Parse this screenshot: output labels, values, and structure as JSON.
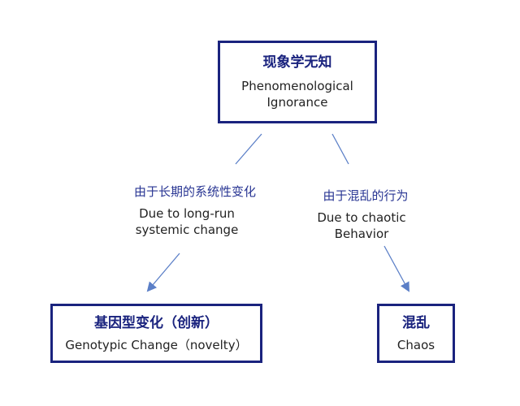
{
  "diagram": {
    "root": {
      "title": "现象学无知",
      "subtitle_line1": "Phenomenological",
      "subtitle_line2": "Ignorance"
    },
    "left_edge": {
      "label_zh": "由于长期的系统性变化",
      "label_en_line1": "Due to long-run",
      "label_en_line2": "systemic change"
    },
    "right_edge": {
      "label_zh": "由于混乱的行为",
      "label_en_line1": "Due to chaotic",
      "label_en_line2": "Behavior"
    },
    "left_child": {
      "title": "基因型变化（创新）",
      "subtitle": "Genotypic Change（novelty）"
    },
    "right_child": {
      "title": "混乱",
      "subtitle": "Chaos"
    },
    "colors": {
      "box_border": "#1a237e",
      "connector": "#5b7fc7",
      "label_zh": "#283593"
    }
  }
}
